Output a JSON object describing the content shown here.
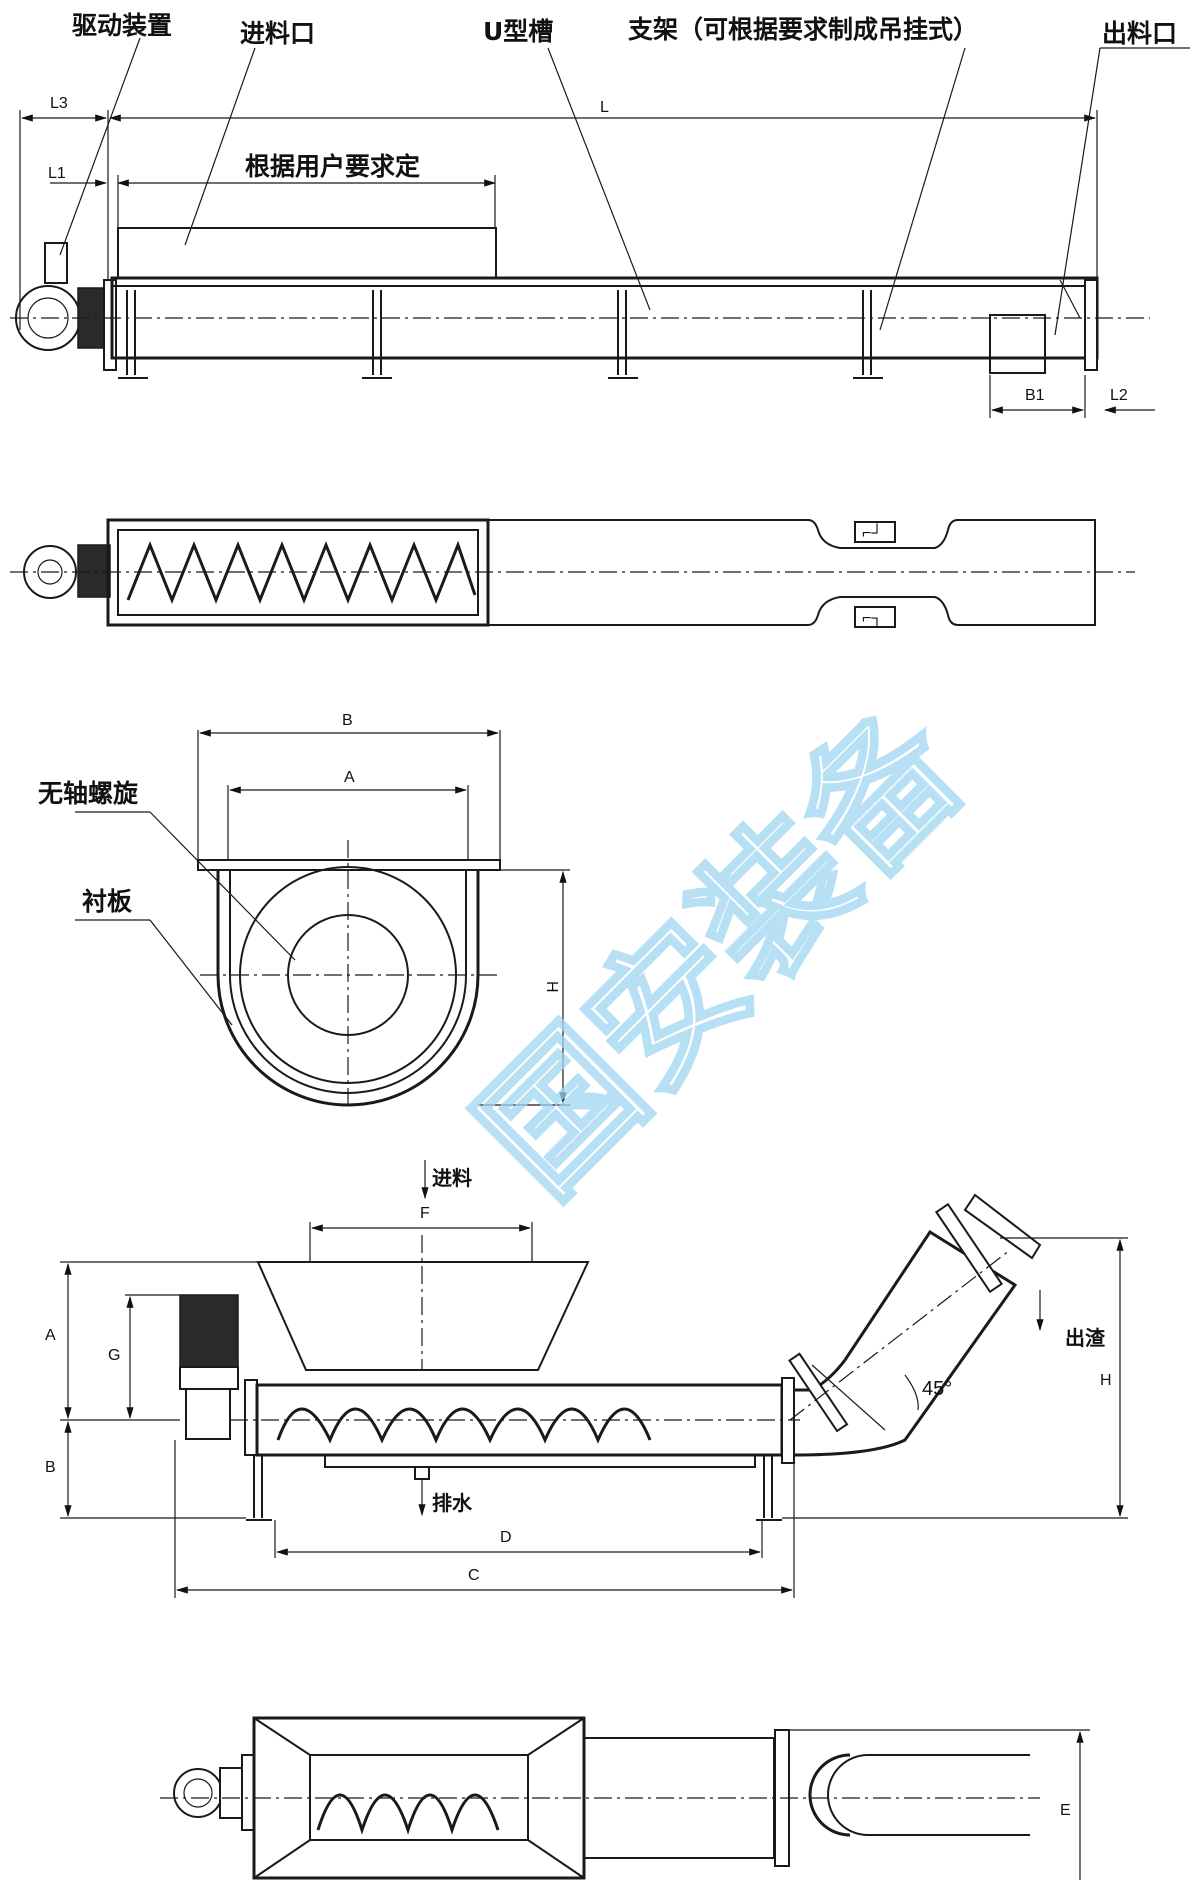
{
  "view1": {
    "labels": {
      "drive": "驱动装置",
      "inlet": "进料口",
      "trough": "U型槽",
      "support": "支架（可根据要求制成吊挂式）",
      "outlet": "出料口",
      "user_spec": "根据用户要求定"
    },
    "dims": {
      "L3": "L3",
      "L1": "L1",
      "L": "L",
      "B1": "B1",
      "L2": "L2"
    }
  },
  "view3": {
    "labels": {
      "shaftless_spiral": "无轴螺旋",
      "liner": "衬板"
    },
    "dims": {
      "B": "B",
      "A": "A",
      "H": "H"
    }
  },
  "view4": {
    "labels": {
      "feed": "进料",
      "drain": "排水",
      "slag_out": "出渣"
    },
    "dims": {
      "F": "F",
      "A": "A",
      "G": "G",
      "B": "B",
      "D": "D",
      "C": "C",
      "H": "H",
      "angle": "45°"
    }
  },
  "view5": {
    "dims": {
      "E": "E"
    }
  },
  "watermark": "国安装备"
}
